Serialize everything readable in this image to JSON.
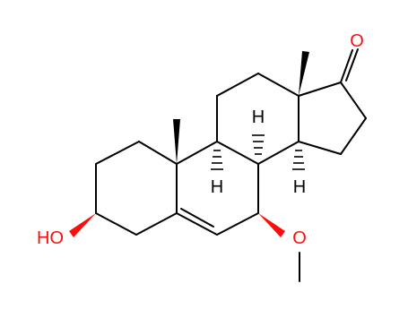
{
  "molecule": {
    "atom_labels": {
      "oxo": "O",
      "hydroxyl": "HO",
      "methoxy_oxygen": "O",
      "h8": "H",
      "h9": "H",
      "h14": "H"
    }
  },
  "colors": {
    "bond": "#000000",
    "oxygen": "#ff0d0d",
    "hydrogen": "#000000",
    "stereo_wedge": "#000000",
    "stereo_wedge_oxygen": "#ff0d0d"
  }
}
